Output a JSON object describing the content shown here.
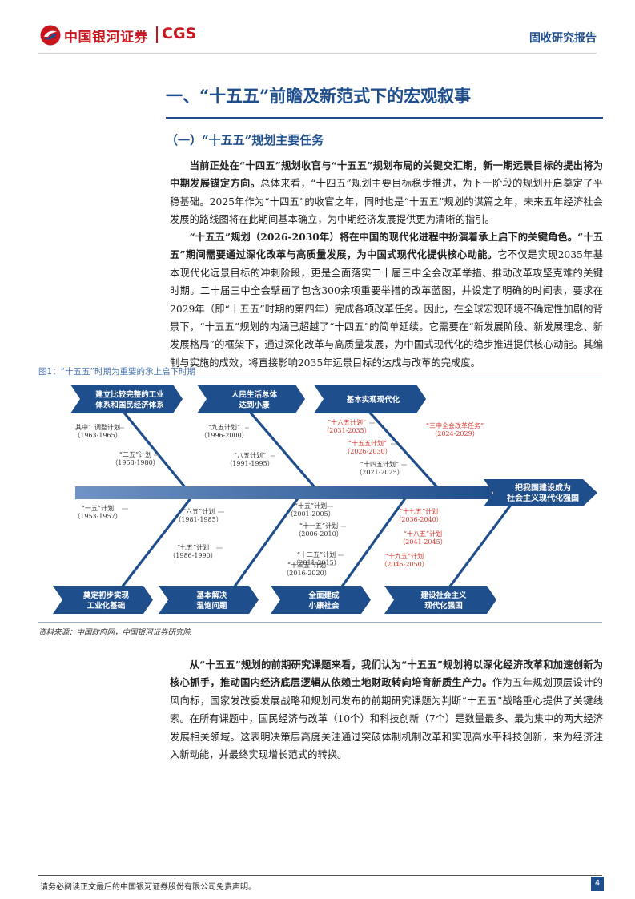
{
  "header": {
    "logo_cn": "中国银河证券",
    "logo_en": "CGS",
    "report_type": "固收研究报告"
  },
  "section_title": "一、“十五五”前瞻及新范式下的宏观叙事",
  "subsection_title": "（一）“十五五”规划主要任务",
  "paragraphs": [
    {
      "bold": "当前正处在“十四五”规划收官与“十五五”规划布局的关键交汇期，新一期远景目标的提出将为中期发展锚定方向。",
      "text": "总体来看，“十四五”规划主要目标稳步推进，为下一阶段的规划开启奠定了平稳基础。2025年作为“十四五”的收官之年，同时也是“十五五”规划的谋篇之年，未来五年经济社会发展的路线图将在此期间基本确立，为中期经济发展提供更为清晰的指引。"
    },
    {
      "bold": "“十五五”规划（2026-2030年）将在中国的现代化进程中扮演着承上启下的关键角色。“十五五”期间需要通过深化改革与高质量发展，为中国式现代化提供核心动能。",
      "text": "它不仅是实现2035年基本现代化远景目标的冲刺阶段，更是全面落实二十届三中全会改革举措、推动改革攻坚克难的关键时期。二十届三中全会擘画了包含300余项重要举措的改革蓝图，并设定了明确的时间表，要求在2029年（即“十五五”时期的第四年）完成各项改革任务。因此，在全球宏观环境不确定性加剧的背景下，“十五五”规划的内涵已超越了“十四五”的简单延续。它需要在“新发展阶段、新发展理念、新发展格局”的框架下，通过深化改革与高质量发展，为中国式现代化的稳步推进提供核心动能。其编制与实施的成效，将直接影响2035年远景目标的达成与改革的完成度。"
    },
    {
      "bold": "从“十五五”规划的前期研究课题来看，我们认为“十五五”规划将以深化经济改革和加速创新为核心抓手，推动国内经济底层逻辑从依赖土地财政转向培育新质生产力。",
      "text": "作为五年规划顶层设计的风向标，国家发改委发展战略和规划司发布的前期研究课题为判断“十五五”战略重心提供了关键线索。在所有课题中，国民经济与改革（10个）和科技创新（7个）是数量最多、最为集中的两大经济发展相关领域。这表明决策层高度关注通过突破体制机制改革和实现高水平科技创新，来为经济注入新动能，并最终实现增长范式的转换。"
    }
  ],
  "figure": {
    "title": "图1：“十五五”时期为重要的承上启下时期",
    "head_arrow": [
      "把我国建设成为",
      "社会主义现代化强国"
    ],
    "top_boxes": [
      [
        "建立比较完整的工业",
        "体系和国民经济体系"
      ],
      [
        "人民生活总体",
        "达到小康"
      ],
      [
        "基本实现现代化"
      ]
    ],
    "bottom_boxes": [
      [
        "奠定初步实现",
        "工业化基础"
      ],
      [
        "基本解决",
        "温饱问题"
      ],
      [
        "全面建成",
        "小康社会"
      ],
      [
        "建设社会主义",
        "现代化强国"
      ]
    ],
    "labels": [
      {
        "name": "其中：调整计划",
        "period": "（1963-1965）",
        "red": false
      },
      {
        "name": "“二五”计划",
        "period": "（1958-1980）",
        "red": false
      },
      {
        "name": "“九五计划”",
        "period": "（1996-2000）",
        "red": false
      },
      {
        "name": "“八五计划”",
        "period": "（1991-1995）",
        "red": false
      },
      {
        "name": "“十六五计划”",
        "period": "（2031-2035）",
        "red": true
      },
      {
        "name": "“十五五计划”",
        "period": "（2026-2030）",
        "red": true
      },
      {
        "name": "“十四五计划”",
        "period": "（2021-2025）",
        "red": false
      },
      {
        "name": "“三中全会改革任务”",
        "period": "（2024-2029）",
        "red": true
      },
      {
        "name": "“一五”计划",
        "period": "（1953-1957）",
        "red": false
      },
      {
        "name": "“六五”计划",
        "period": "（1981-1985）",
        "red": false
      },
      {
        "name": "“七五”计划",
        "period": "（1986-1990）",
        "red": false
      },
      {
        "name": "“十五”计划",
        "period": "（2001-2005）",
        "red": false
      },
      {
        "name": "“十一五”计划",
        "period": "（2006-2010）",
        "red": false
      },
      {
        "name": "“十二五”计划",
        "period": "（2011-2015）",
        "red": false
      },
      {
        "name": "“十三五”计划",
        "period": "（2016-2020）",
        "red": false
      },
      {
        "name": "“十七五”计划",
        "period": "（2036-2040）",
        "red": true
      },
      {
        "name": "“十八五”计划",
        "period": "（2041-2045）",
        "red": true
      },
      {
        "name": "“十九五”计划",
        "period": "（2046-2050）",
        "red": true
      }
    ],
    "colors": {
      "blue": "#1f4e8c",
      "red": "#d9342b",
      "label": "#333333"
    }
  },
  "source": "资料来源：中国政府网，中国银河证券研究院",
  "footer": {
    "disclaimer": "请务必阅读正文最后的中国银河证券股份有限公司免责声明。",
    "page_number": "4"
  }
}
